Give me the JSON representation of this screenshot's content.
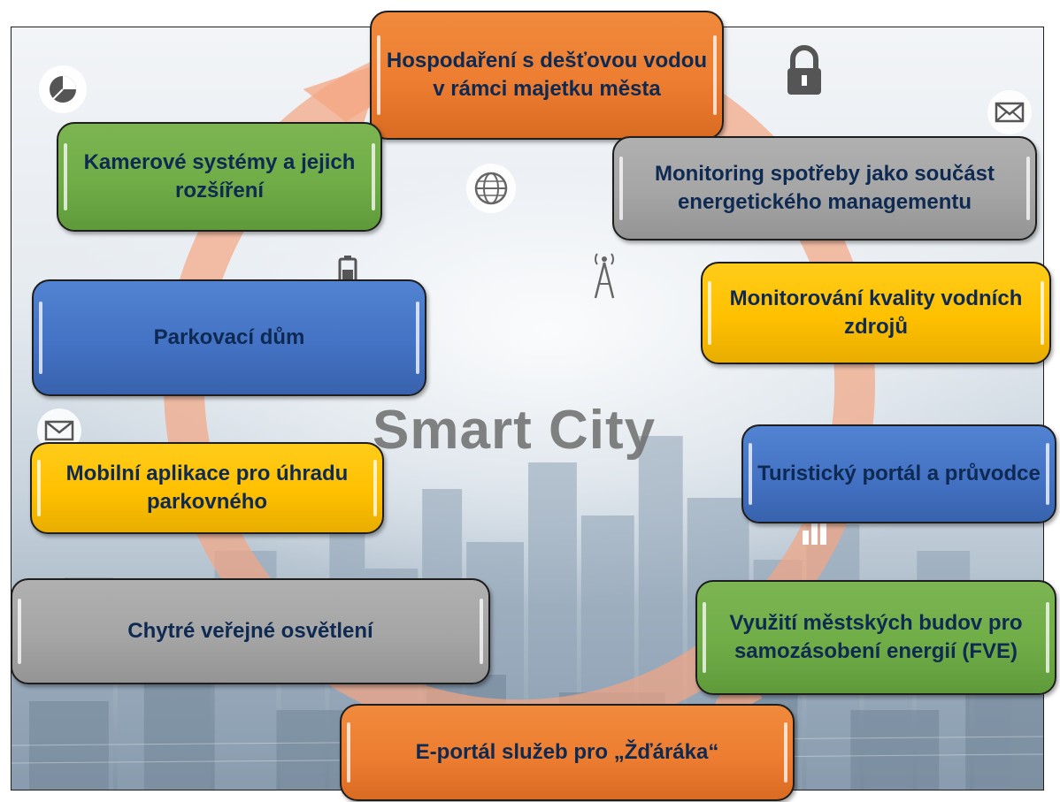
{
  "center_title": "Smart City",
  "colors": {
    "orange": "#ed7d31",
    "green": "#70ad47",
    "gray": "#a5a5a5",
    "blue": "#4472c4",
    "yellow": "#ffc000",
    "text": "#0e2a52",
    "ring": "#f4a582"
  },
  "boxes": {
    "rainwater": "Hospodaření s dešťovou vodou v rámci majetku města",
    "cameras": "Kamerové systémy a jejich rozšíření",
    "energy_monitoring": "Monitoring spotřeby jako součást energetického managementu",
    "water_quality": "Monitorování kvality vodních zdrojů",
    "parking_house": "Parkovací dům",
    "tourist_portal": "Turistický portál a průvodce",
    "parking_app": "Mobilní aplikace pro úhradu parkovného",
    "public_lighting": "Chytré veřejné osvětlení",
    "solar_buildings": "Využití městských budov pro samozásobení energií (FVE)",
    "e_portal": "E-portál služeb pro „Žďáráka“"
  },
  "icons": [
    "pie-chart-icon",
    "lock-icon",
    "mail-icon",
    "globe-icon",
    "antenna-icon",
    "battery-icon",
    "mail-icon",
    "bar-chart-icon"
  ]
}
